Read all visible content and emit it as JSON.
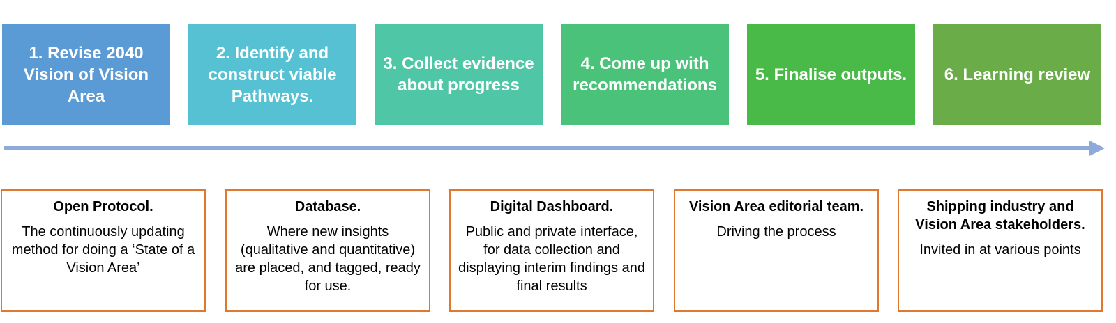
{
  "steps": [
    {
      "label": "1. Revise 2040 Vision of Vision Area",
      "color": "#5b9bd5"
    },
    {
      "label": "2. Identify and construct viable Pathways.",
      "color": "#55c1d3"
    },
    {
      "label": "3. Collect evidence about progress",
      "color": "#4fc7a7"
    },
    {
      "label": "4. Come up with recommendations",
      "color": "#4bc27a"
    },
    {
      "label": "5. Finalise outputs.",
      "color": "#49ba48"
    },
    {
      "label": "6. Learning review",
      "color": "#6aac47"
    }
  ],
  "arrow": {
    "color": "#8eaadb"
  },
  "boxes": [
    {
      "title": "Open Protocol.",
      "body": "The continuously updating method for doing a ‘State of a Vision Area’"
    },
    {
      "title": "Database.",
      "body": "Where new insights (qualitative and quantitative) are placed, and tagged, ready for use."
    },
    {
      "title": "Digital Dashboard.",
      "body": "Public and private interface, for data collection and displaying interim findings and final results"
    },
    {
      "title": "Vision Area editorial team.",
      "body": "Driving the process"
    },
    {
      "title": "Shipping industry and Vision Area stakeholders.",
      "body": "Invited in at various points"
    }
  ],
  "box_border_color": "#e07830"
}
